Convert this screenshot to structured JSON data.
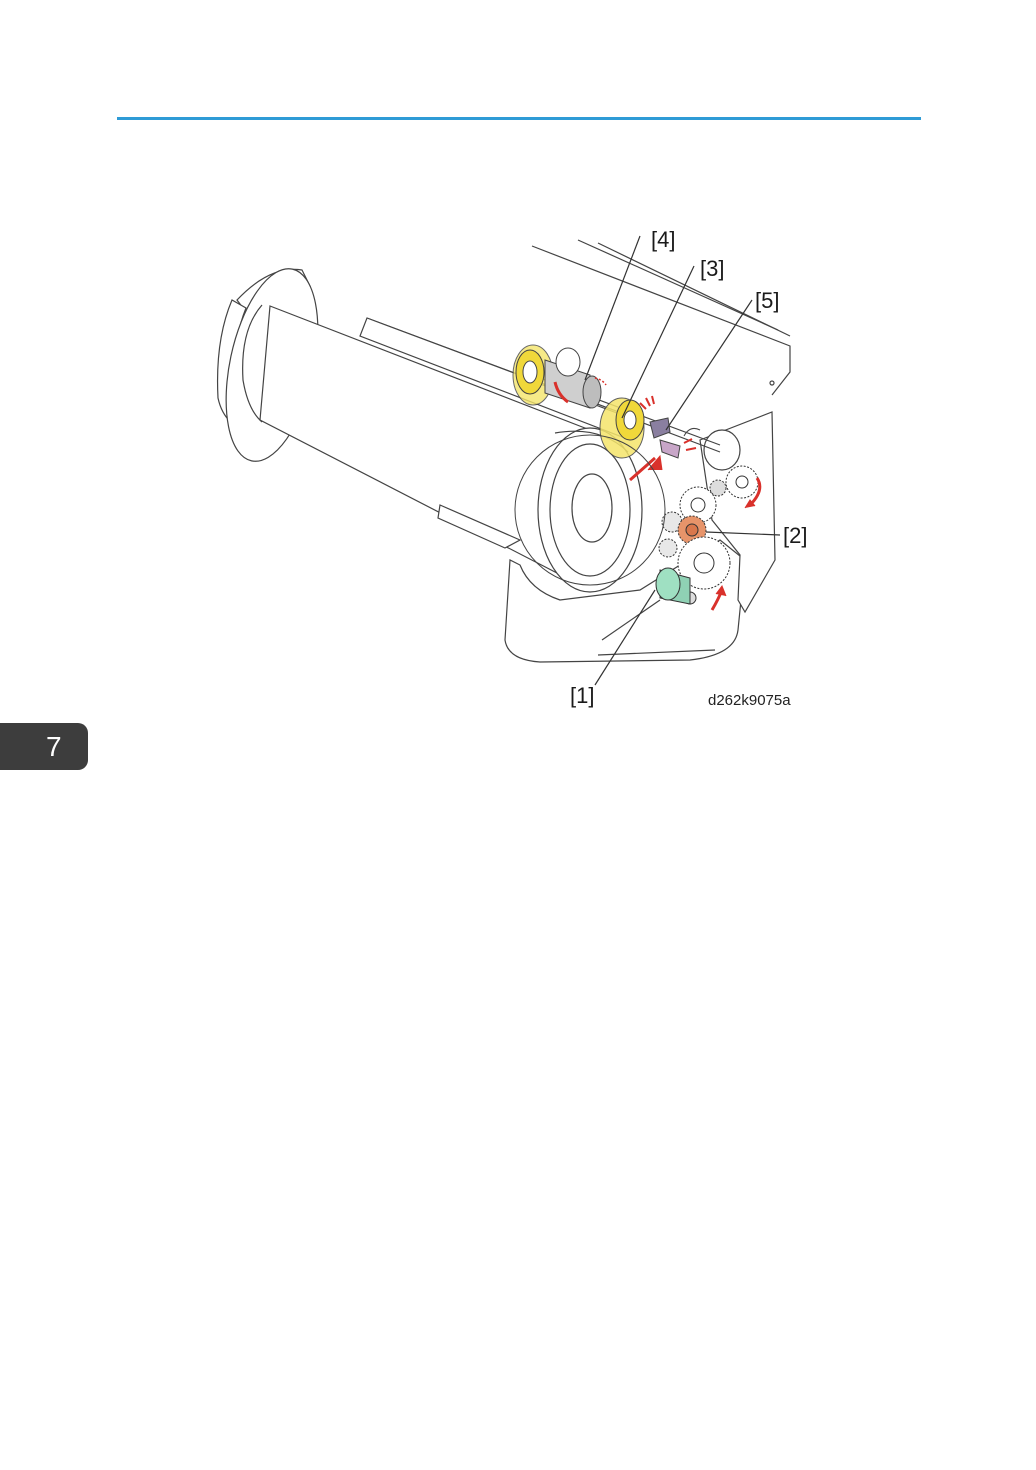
{
  "page": {
    "chapter_number": "7",
    "accent_color": "#2e9bd6"
  },
  "figure": {
    "figure_id": "d262k9075a",
    "callouts": {
      "c1": "[1]",
      "c2": "[2]",
      "c3": "[3]",
      "c4": "[4]",
      "c5": "[5]"
    }
  }
}
